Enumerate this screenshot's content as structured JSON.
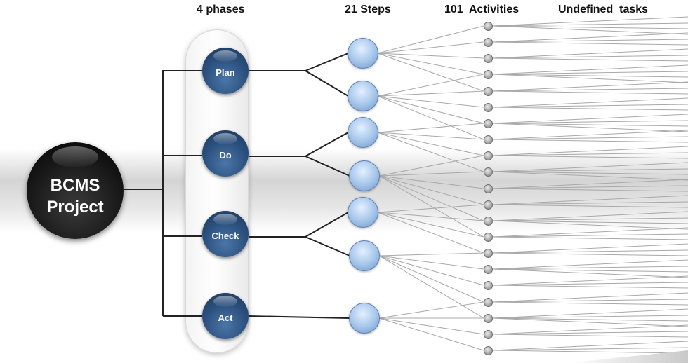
{
  "headers": {
    "phases": "4 phases",
    "steps": "21 Steps",
    "activities": "101  Activities",
    "tasks": "Undefined  tasks"
  },
  "project": {
    "label": "BCMS\nProject"
  },
  "phases": [
    "Plan",
    "Do",
    "Check",
    "Act"
  ],
  "colors": {
    "phase_fill": "#2b4f7d",
    "step_fill": "#a9c8ec",
    "project_fill": "#1a1a1a",
    "connector": "#222222",
    "fan_line": "#a8a8a8"
  }
}
